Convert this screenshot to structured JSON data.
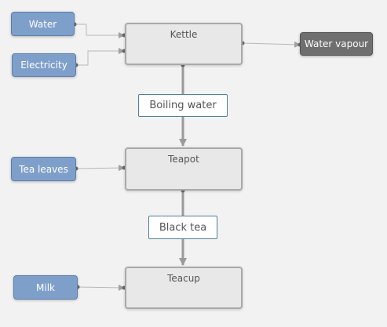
{
  "diagram": {
    "inputs": {
      "water": "Water",
      "electricity": "Electricity",
      "tea_leaves": "Tea leaves",
      "milk": "Milk"
    },
    "processes": {
      "kettle": "Kettle",
      "teapot": "Teapot",
      "teacup": "Teacup"
    },
    "outputs": {
      "water_vapour": "Water vapour"
    },
    "flows": {
      "boiling_water": "Boiling water",
      "black_tea": "Black tea"
    },
    "colors": {
      "input_fill": "#7f9fcb",
      "output_fill": "#6f6f6f",
      "process_fill": "#e8e8e8",
      "connector": "#a0a0a0"
    }
  }
}
